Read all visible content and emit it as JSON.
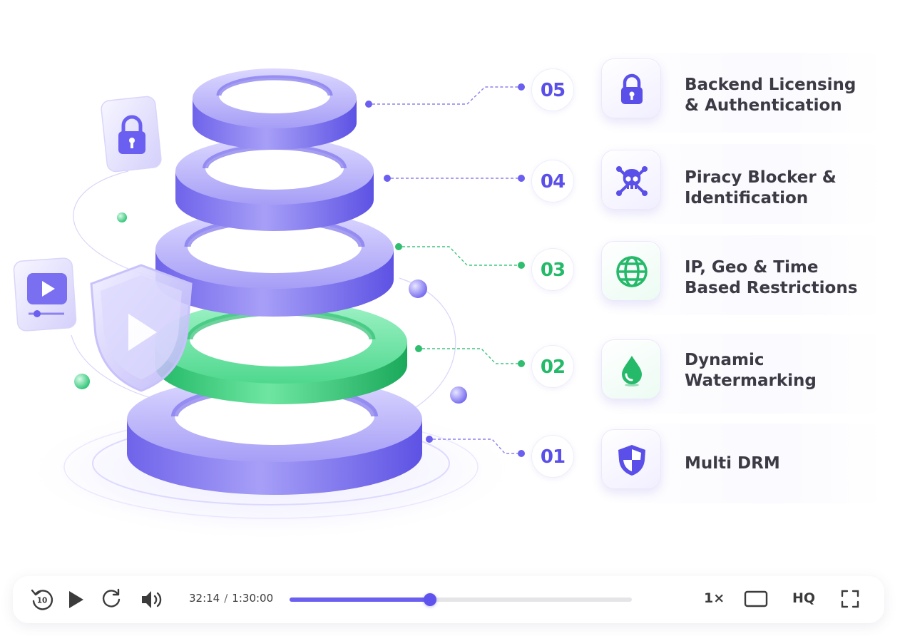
{
  "colors": {
    "accent_purple": "#5a4fe8",
    "accent_green": "#25b96a",
    "ring_purple": "#8f85f2",
    "ring_green": "#3cd386",
    "label_text": "#3c3a44"
  },
  "features": [
    {
      "number": "05",
      "icon": "lock-icon",
      "accent": "purple",
      "lines": [
        "Backend Licensing",
        "& Authentication"
      ]
    },
    {
      "number": "04",
      "icon": "skull-crossbones-icon",
      "accent": "purple",
      "lines": [
        "Piracy Blocker &",
        "Identification"
      ]
    },
    {
      "number": "03",
      "icon": "globe-icon",
      "accent": "green",
      "lines": [
        "IP, Geo & Time",
        "Based Restrictions"
      ]
    },
    {
      "number": "02",
      "icon": "water-drop-icon",
      "accent": "green",
      "lines": [
        "Dynamic",
        "Watermarking"
      ]
    },
    {
      "number": "01",
      "icon": "shield-icon",
      "accent": "purple",
      "lines": [
        "Multi DRM"
      ]
    }
  ],
  "illustration": {
    "floating_icons": [
      "padlock-tile-icon",
      "video-player-tile-icon",
      "shield-play-icon"
    ]
  },
  "player": {
    "rewind_icon": "rewind-10-icon",
    "rewind_seconds": "10",
    "play_icon": "play-icon",
    "replay_icon": "replay-icon",
    "volume_icon": "volume-icon",
    "current_time": "32:14",
    "separator": "/",
    "duration": "1:30:00",
    "progress_fraction": 0.41,
    "speed": "1×",
    "aspect_icon": "aspect-ratio-icon",
    "quality": "HQ",
    "fullscreen_icon": "fullscreen-icon"
  }
}
